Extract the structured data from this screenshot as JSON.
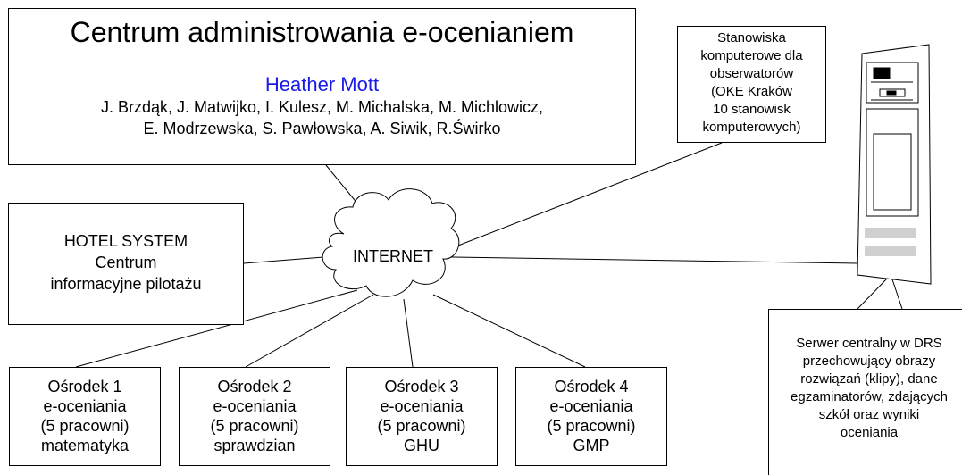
{
  "center": {
    "title": "Centrum administrowania e-ocenianiem",
    "name": "Heather Mott",
    "members_line1": "J. Brzdąk, J. Matwijko, I. Kulesz, M. Michalska, M. Michlowicz,",
    "members_line2": "E. Modrzewska, S. Pawłowska, A. Siwik, R.Świrko",
    "name_color": "#1a1ae6"
  },
  "hotel": {
    "line1": "HOTEL SYSTEM",
    "line2": "Centrum",
    "line3": "informacyjne pilotażu"
  },
  "internet": {
    "label": "INTERNET"
  },
  "observers": {
    "lines": [
      "Stanowiska",
      "komputerowe dla",
      "obserwatorów",
      "(OKE Kraków",
      "10 stanowisk",
      "komputerowych)"
    ]
  },
  "server_note": {
    "lines": [
      "Serwer centralny w DRS",
      "przechowujący  obrazy",
      "rozwiązań (klipy), dane",
      "egzaminatorów, zdających",
      "szkół  oraz wyniki",
      "oceniania"
    ]
  },
  "centers": [
    {
      "lines": [
        "Ośrodek 1",
        "e-oceniania",
        "(5 pracowni)",
        "matematyka"
      ]
    },
    {
      "lines": [
        "Ośrodek 2",
        "e-oceniania",
        "(5 pracowni)",
        "sprawdzian"
      ]
    },
    {
      "lines": [
        "Ośrodek 3",
        "e-oceniania",
        "(5 pracowni)",
        "GHU"
      ]
    },
    {
      "lines": [
        "Ośrodek 4",
        "e-oceniania",
        "(5 pracowni)",
        "GMP"
      ]
    }
  ],
  "icons": {
    "server": "server-tower-icon",
    "cloud": "cloud-icon"
  }
}
